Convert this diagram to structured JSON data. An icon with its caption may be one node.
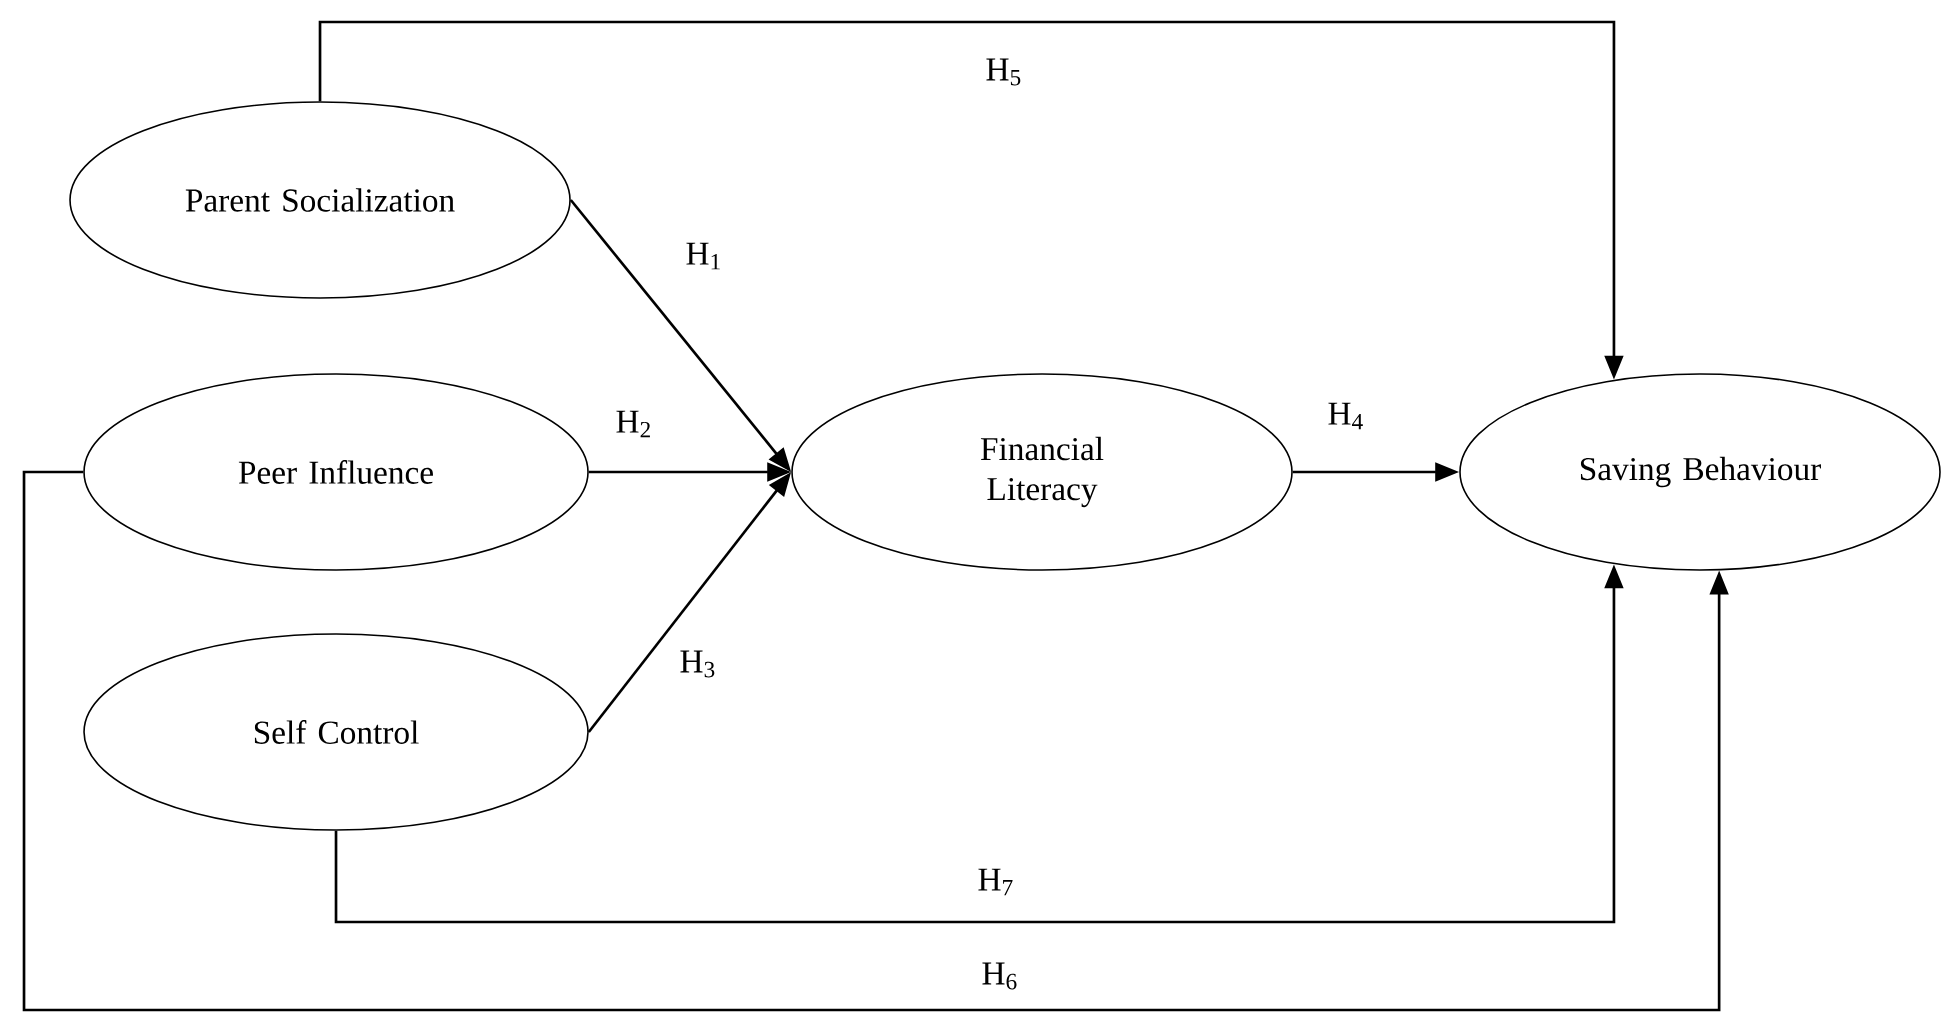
{
  "diagram": {
    "nodes": [
      {
        "text": [
          "Parent Socialization"
        ]
      },
      {
        "text": [
          "Peer Influence"
        ]
      },
      {
        "text": [
          "Self Control"
        ]
      },
      {
        "text": [
          "Financial Literacy"
        ]
      },
      {
        "text": [
          "Saving Behaviour"
        ]
      }
    ],
    "edges": [
      {
        "from": 0,
        "to": 3,
        "arrow": "to",
        "label": "H$_{1}$"
      },
      {
        "from": 1,
        "to": 3,
        "arrow": "to",
        "label": "H$_{2}$"
      },
      {
        "from": 2,
        "to": 3,
        "arrow": "to",
        "label": "H$_{3}$"
      },
      {
        "from": 3,
        "to": 4,
        "arrow": "to",
        "label": "H$_{4}$"
      },
      {
        "from": 0,
        "to": 4,
        "arrow": "to",
        "label": "H$_{5}$"
      },
      {
        "from": 1,
        "to": 4,
        "arrow": "to",
        "label": "H$_{6}$"
      },
      {
        "from": 2,
        "to": 4,
        "arrow": "to",
        "label": "H$_{7}$"
      }
    ]
  }
}
